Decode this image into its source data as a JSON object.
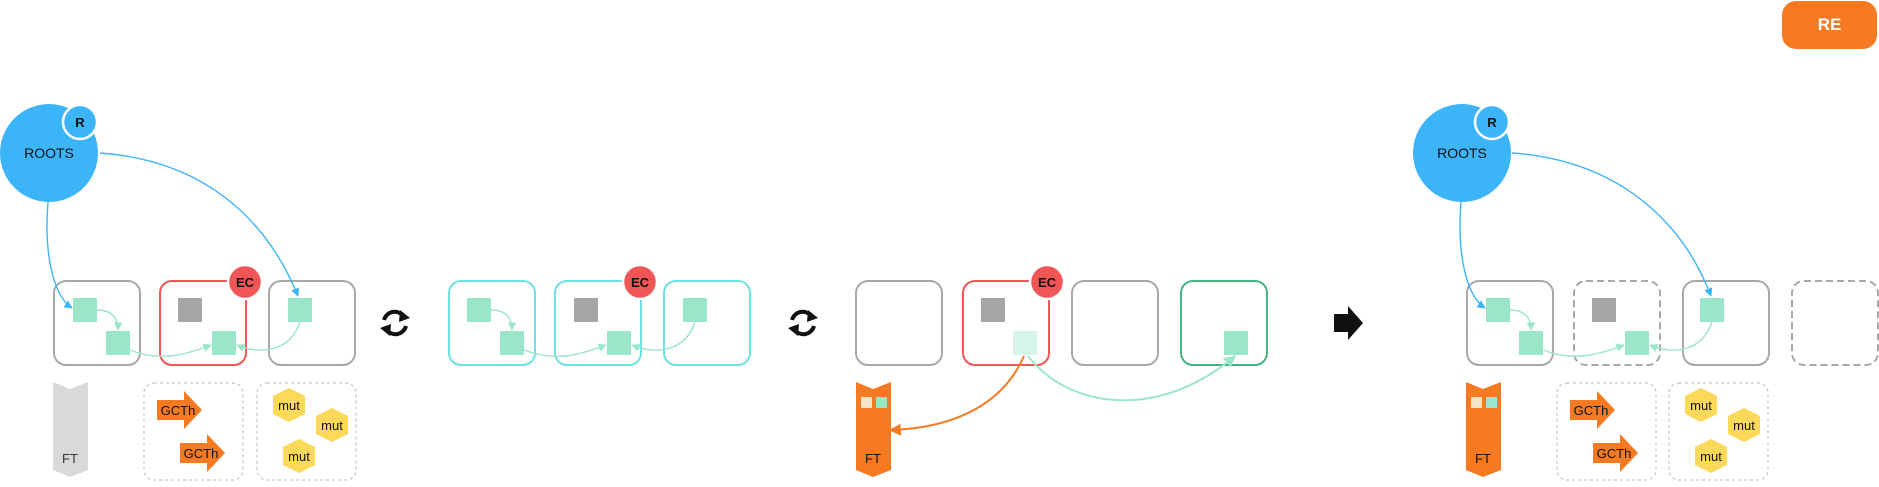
{
  "button": {
    "label": "RE"
  },
  "labels": {
    "roots": "ROOTS",
    "root_badge": "R",
    "ec": "EC",
    "ft": "FT",
    "gcth": "GCTh",
    "mut": "mut"
  },
  "colors": {
    "roots_blue": "#3cb4f8",
    "object_green": "#9be5c8",
    "object_grey": "#a6a6a6",
    "ec_red": "#f05656",
    "orange": "#f57a22",
    "cyan": "#6fe0e4",
    "green_region": "#45b480",
    "mut_yellow": "#fcd95a",
    "grey_region": "#a8a8a8"
  },
  "icons": [
    "cycle-icon",
    "cycle-icon",
    "arrow-right-icon"
  ]
}
